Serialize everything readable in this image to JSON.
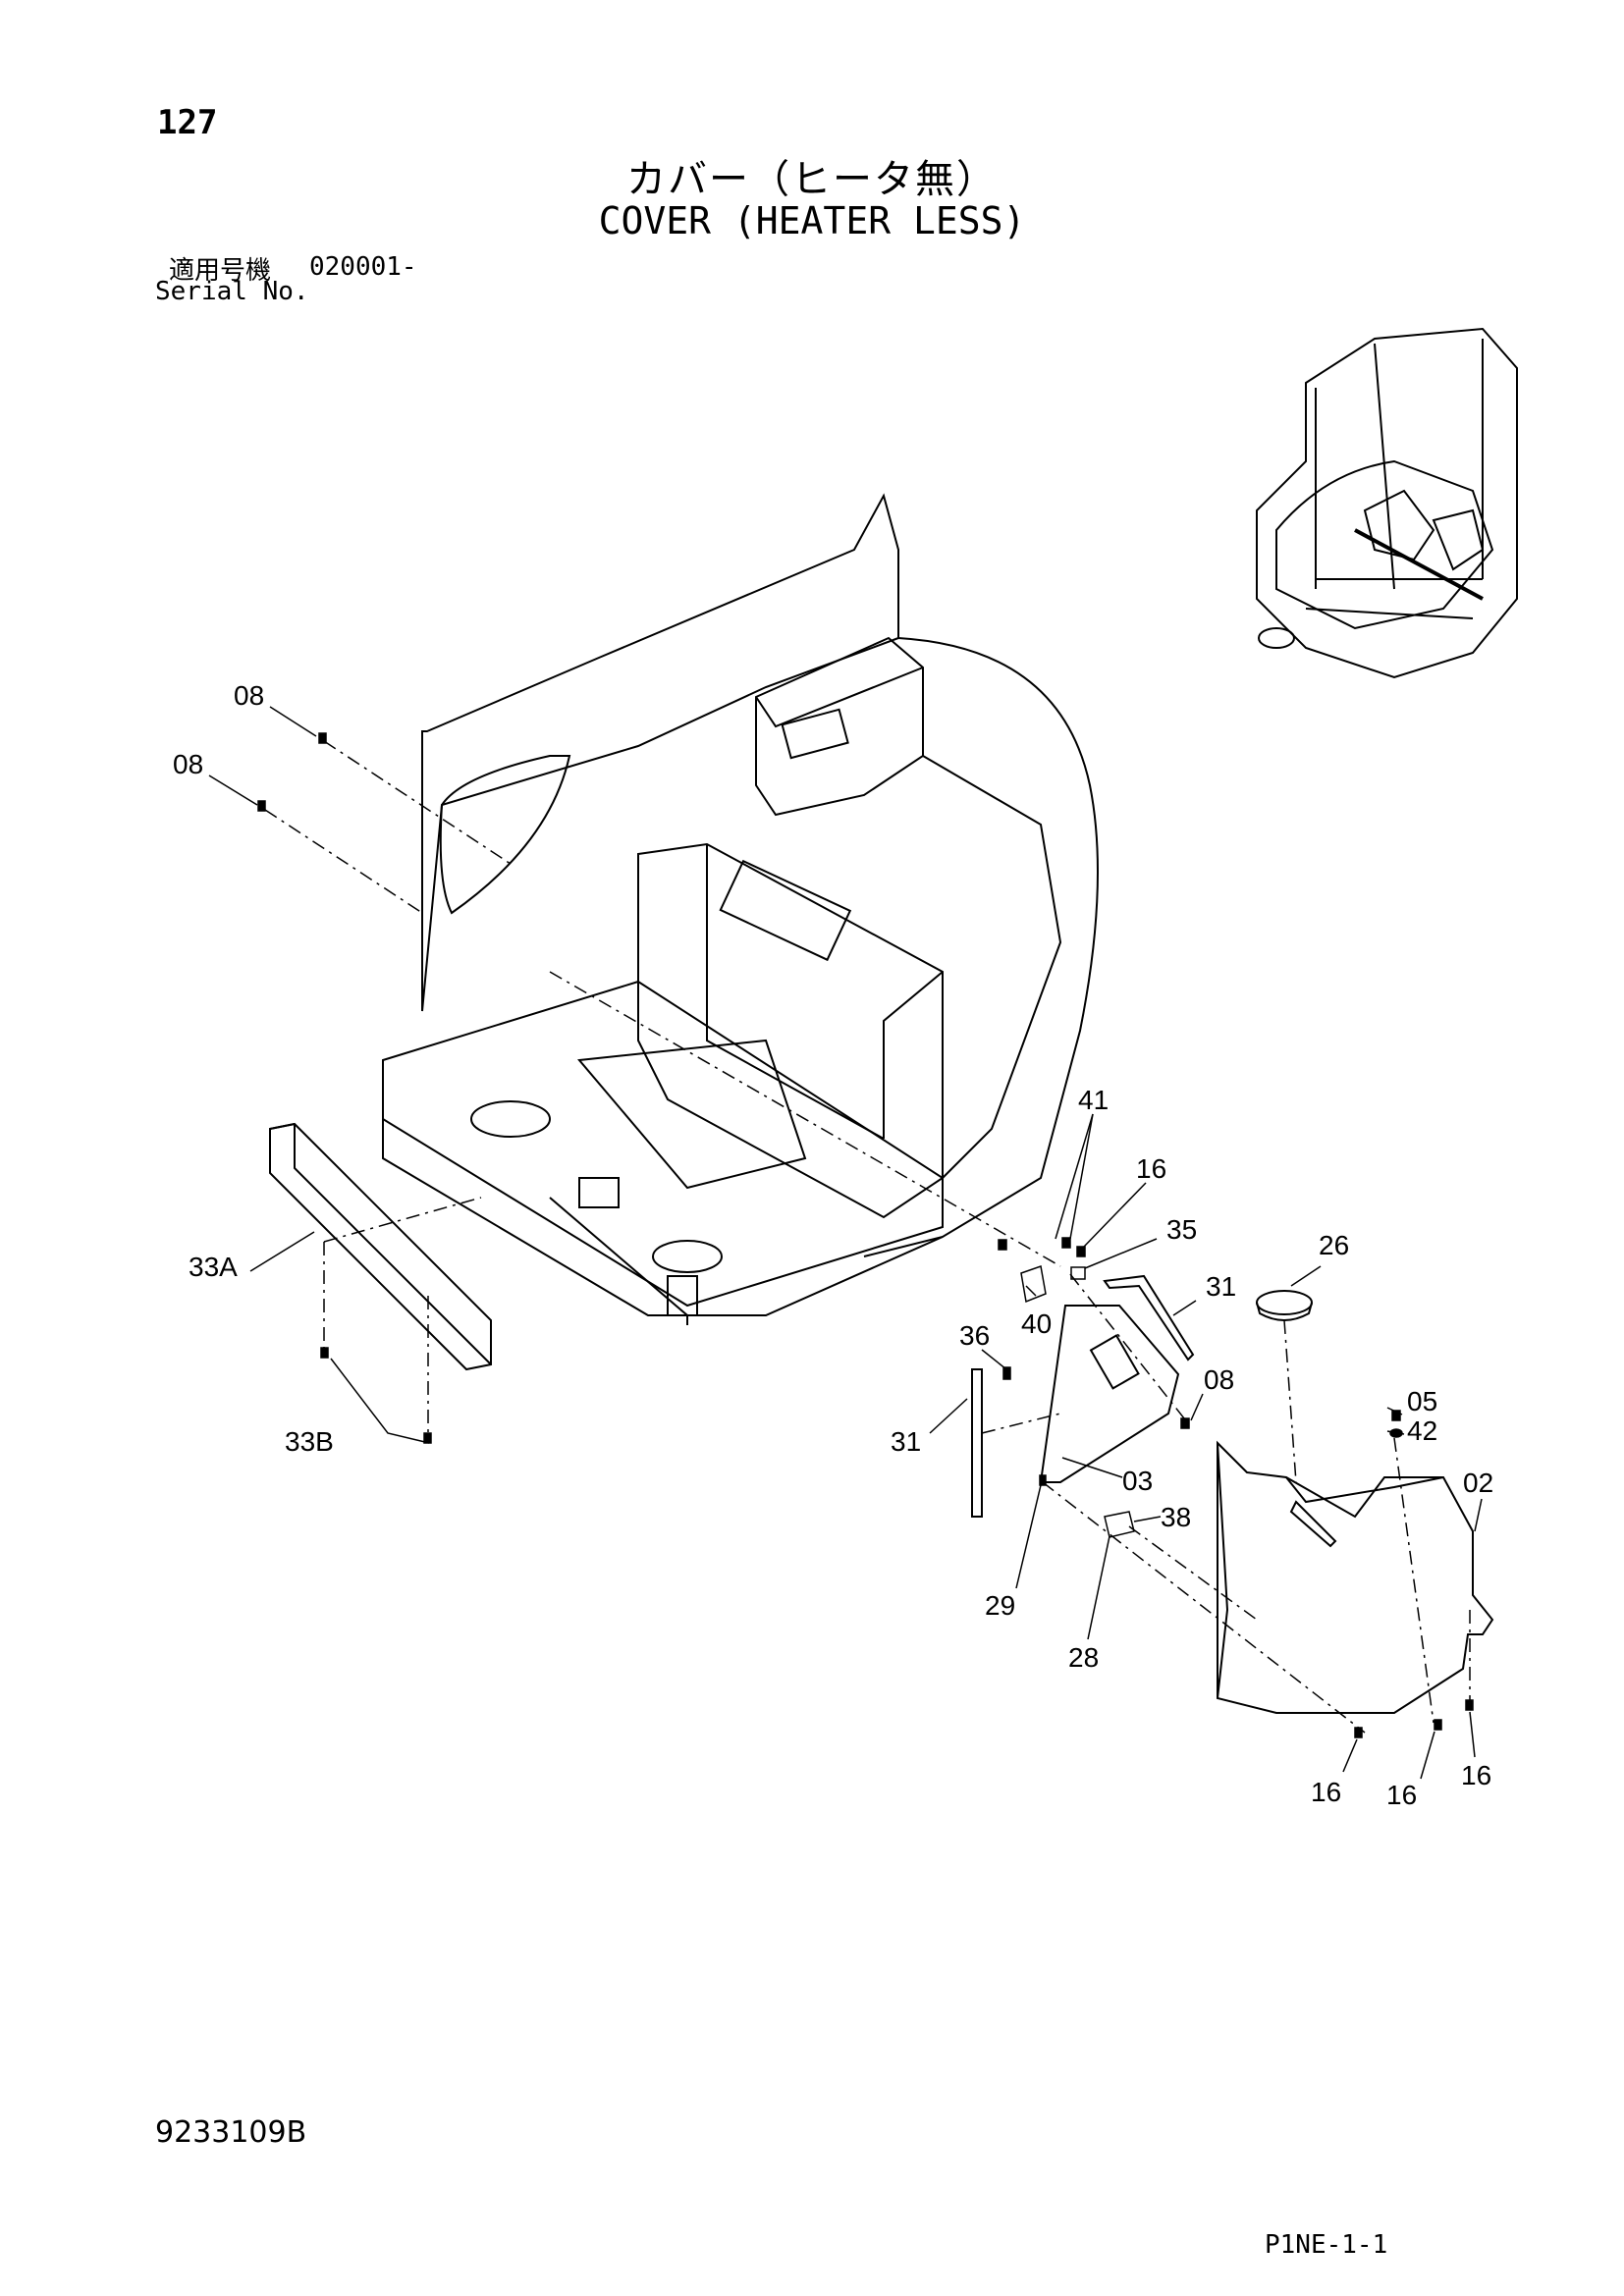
{
  "header": {
    "page_number": "127",
    "title_ja": "カバー（ヒータ無）",
    "title_en": "COVER (HEATER LESS)",
    "serial_label_ja": "適用号機",
    "serial_value": "020001-",
    "serial_label_en": "Serial No."
  },
  "diagram": {
    "callouts": {
      "c08a": "08",
      "c08b": "08",
      "c33a": "33A",
      "c33b": "33B",
      "c41": "41",
      "c16a": "16",
      "c35": "35",
      "c26": "26",
      "c31a": "31",
      "c40": "40",
      "c36": "36",
      "c08c": "08",
      "c05": "05",
      "c42": "42",
      "c31b": "31",
      "c03": "03",
      "c02": "02",
      "c38": "38",
      "c29": "29",
      "c28": "28",
      "c16b": "16",
      "c16c": "16",
      "c16d": "16"
    }
  },
  "footer": {
    "drawing_number": "9233109B",
    "page_code": "P1NE-1-1"
  }
}
